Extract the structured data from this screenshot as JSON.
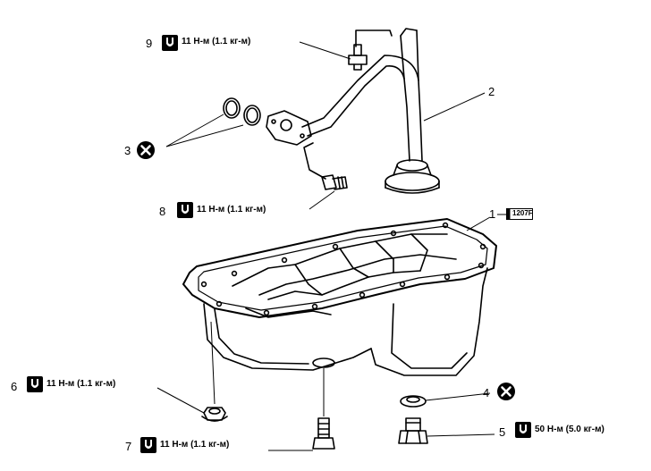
{
  "callouts": {
    "c1": {
      "number": "1",
      "sealant_code": "1207F"
    },
    "c2": {
      "number": "2"
    },
    "c3": {
      "number": "3"
    },
    "c4": {
      "number": "4"
    },
    "c5": {
      "number": "5",
      "torque": "50 Н-м (5.0 кг-м)"
    },
    "c6": {
      "number": "6",
      "torque": "11 Н-м (1.1 кг-м)"
    },
    "c7": {
      "number": "7",
      "torque": "11 Н-м (1.1 кг-м)"
    },
    "c8": {
      "number": "8",
      "torque": "11 Н-м (1.1 кг-м)"
    },
    "c9": {
      "number": "9",
      "torque": "11 Н-м (1.1 кг-м)"
    }
  },
  "icons": {
    "torque": "torque-wrench-icon",
    "replace": "do-not-reuse-icon",
    "sealant": "sealant-tube-icon"
  }
}
